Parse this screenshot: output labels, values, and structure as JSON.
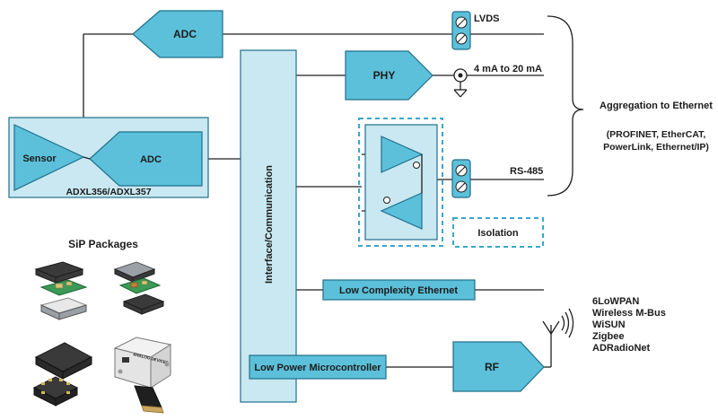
{
  "blocks": {
    "adc_top": "ADC",
    "phy": "PHY",
    "sensor": "Sensor",
    "adc_sensor": "ADC",
    "sensor_module": "ADXL356/ADXL357",
    "interface": "Interface/Communication",
    "isolation": "Isolation",
    "low_complexity_ethernet": "Low Complexity Ethernet",
    "low_power_mcu": "Low Power Microcontroller",
    "rf": "RF"
  },
  "outputs": {
    "lvds": "LVDS",
    "current_loop": "4 mA to 20 mA",
    "rs485": "RS-485",
    "aggregation_title": "Aggregation to Ethernet",
    "aggregation_protocols": [
      "(PROFINET, EtherCAT,",
      "PowerLink, Ethernet/IP)"
    ],
    "wireless_protocols": [
      "6LoWPAN",
      "Wireless M-Bus",
      "WiSUN",
      "Zigbee",
      "ADRadioNet"
    ]
  },
  "packages": {
    "title": "SiP Packages",
    "chip_marking": "ANALOG DEVICES"
  },
  "colors": {
    "block_fill": "#5cc0da",
    "light_fill": "#c9e8f2",
    "outline": "#1f6f8b",
    "isolation_dash": "#3aa7c9"
  }
}
